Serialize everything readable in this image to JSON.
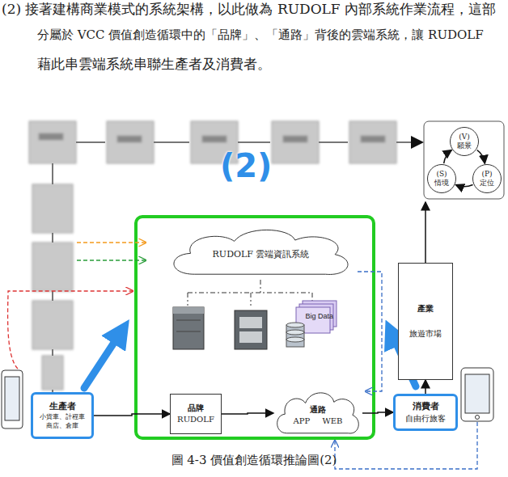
{
  "diagram": {
    "caption": "圖 4-3 價值創造循環推論圖(2)",
    "nodes": [
      {
        "text": [
          "(V)",
          "願景"
        ]
      },
      {
        "text": [
          "(P)",
          "定位"
        ]
      },
      {
        "text": [
          "(S)",
          "情境"
        ]
      },
      {
        "text": [
          "RUDOLF 雲端資訊系統"
        ]
      },
      {
        "text": [
          "Big Data"
        ]
      },
      {
        "text": [
          "產業",
          "旅遊市場"
        ]
      },
      {
        "text": [
          "生產者",
          "小貨車、計程車 商店、倉庫"
        ]
      },
      {
        "text": [
          "品牌",
          "RUDOLF"
        ]
      },
      {
        "text": [
          "通路",
          "APP WEB"
        ]
      },
      {
        "text": [
          "消費者",
          "自由行旅客"
        ]
      }
    ],
    "edges": [
      {
        "from": 0,
        "to": 1,
        "arrow": "to"
      },
      {
        "from": 1,
        "to": 2,
        "arrow": "to"
      },
      {
        "from": 2,
        "to": 0,
        "arrow": "to"
      },
      {
        "from": 6,
        "to": 7,
        "arrow": "to"
      },
      {
        "from": 7,
        "to": 8,
        "arrow": "to"
      },
      {
        "from": 8,
        "to": 9,
        "arrow": "to"
      },
      {
        "from": 9,
        "to": 5,
        "arrow": "to"
      }
    ],
    "labels": [
      "(2) 接著建構商業模式的系統架構，以此做為 RUDOLF 內部系統作業流程，這部",
      "分屬於 VCC 價值創造循環中的「品牌」、「通路」背後的雲端系統，讓 RUDOLF",
      "藉此串雲端系統串聯生產者及消費者。",
      "(2)"
    ]
  }
}
